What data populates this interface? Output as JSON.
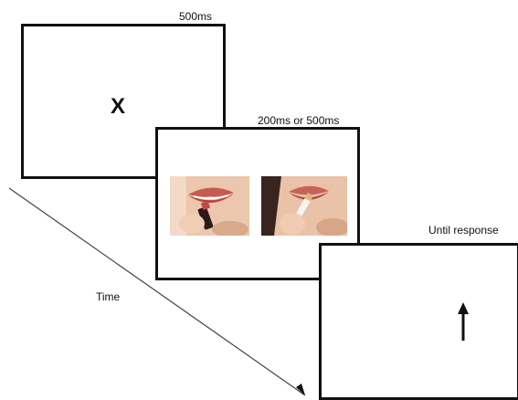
{
  "frames": [
    {
      "duration_label": "500ms",
      "content": "X"
    },
    {
      "duration_label": "200ms or 500ms",
      "content": [
        "lips-with-lipstick-image",
        "lips-with-cigarette-image"
      ]
    },
    {
      "duration_label": "Until response",
      "content": "up-arrow-icon"
    }
  ],
  "time_axis": {
    "label": "Time"
  },
  "colors": {
    "line": "#111111",
    "background": "#ffffff",
    "skin": "#e9c0a6",
    "lips": "#c9605a"
  }
}
